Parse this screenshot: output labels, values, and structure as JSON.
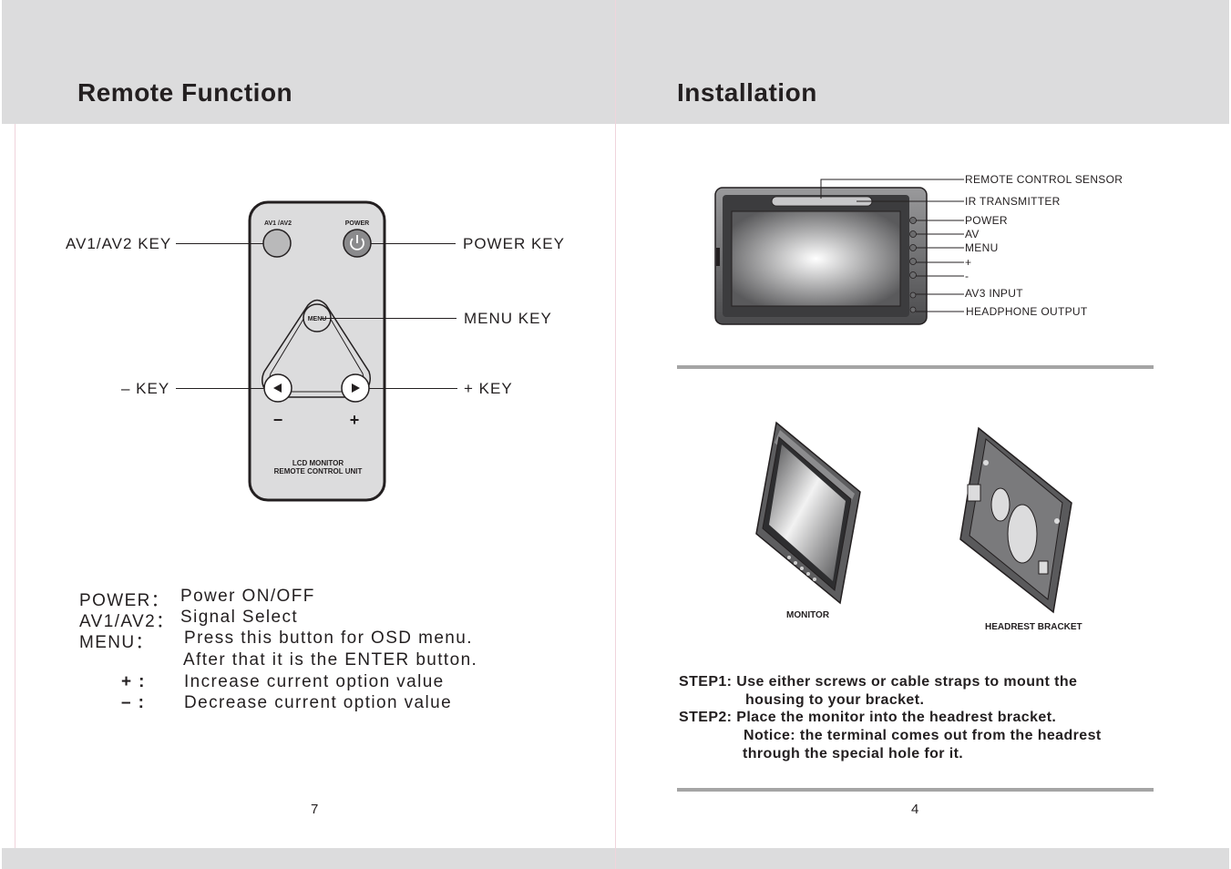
{
  "left_page": {
    "title": "Remote Function",
    "page_number": "7",
    "remote": {
      "av_button_label": "AV1 /AV2",
      "power_button_label": "POWER",
      "menu_button_label": "MENU",
      "minus_sign": "−",
      "plus_sign": "+",
      "unit_line1": "LCD MONITOR",
      "unit_line2": "REMOTE CONTROL UNIT"
    },
    "callouts": {
      "av_key": "AV1/AV2  KEY",
      "power_key": "POWER  KEY",
      "menu_key": "MENU  KEY",
      "minus_key": "–  KEY",
      "plus_key": "+  KEY"
    },
    "descriptions": [
      {
        "term": "POWER：",
        "text": "Power ON/OFF"
      },
      {
        "term": "AV1/AV2：",
        "text": "Signal Select"
      },
      {
        "term": "MENU：",
        "text": "Press this button for OSD menu."
      },
      {
        "term": "",
        "text": "After that it is the ENTER button."
      },
      {
        "term": "+ :",
        "text": "Increase current option value"
      },
      {
        "term": "– :",
        "text": "Decrease current option value"
      }
    ]
  },
  "right_page": {
    "title": "Installation",
    "page_number": "4",
    "monitor_callouts": [
      "REMOTE CONTROL SENSOR",
      "IR TRANSMITTER",
      "POWER",
      "AV",
      "MENU",
      "+",
      "-",
      "AV3 INPUT",
      "HEADPHONE OUTPUT"
    ],
    "captions": {
      "monitor": "MONITOR",
      "bracket": "HEADREST BRACKET"
    },
    "steps": [
      "STEP1: Use either screws or cable straps to mount the",
      "housing to your bracket.",
      "STEP2: Place the monitor into the headrest bracket.",
      "Notice: the terminal comes out from the headrest",
      "through the special hole for it."
    ]
  },
  "colors": {
    "band": "#dcdcdd",
    "text": "#231f20",
    "rule": "#a5a5a5",
    "remote_body": "#dcdcdd"
  }
}
